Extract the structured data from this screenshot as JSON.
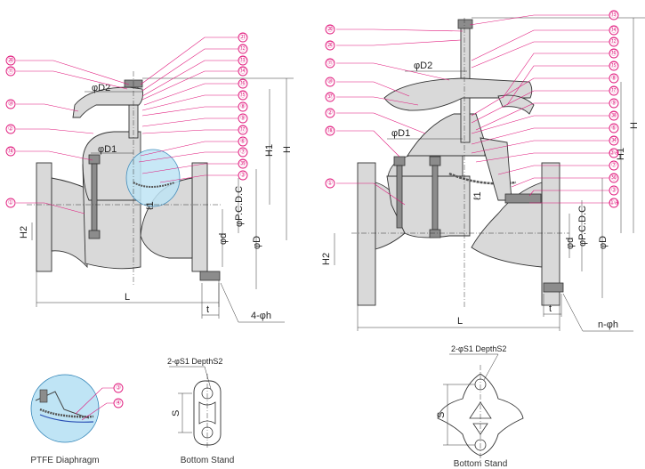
{
  "colors": {
    "callout": "#e0157a",
    "body_fill": "#d9d9d9",
    "line": "#333333",
    "highlight": "#bfe4f5"
  },
  "left_valve": {
    "callouts": [
      "⑳",
      "⑪",
      "⑩",
      "②",
      "⑱",
      "①",
      "㉑",
      "⑫",
      "⑬",
      "⑭",
      "⑯",
      "⑮",
      "⑧",
      "⑨",
      "⑰",
      "⑥",
      "⑦",
      "㊴",
      "③"
    ],
    "dims": {
      "d2": "φD2",
      "d1": "φD1",
      "h": "H",
      "h1": "H1",
      "h2": "H2",
      "l": "L",
      "t": "t",
      "hole": "4-φh",
      "pcd": "φP.C.D.C",
      "phi_d": "φd",
      "phi_D": "φD",
      "l1": "ℓ1"
    }
  },
  "right_valve": {
    "callouts": [
      "⑳",
      "㉖",
      "⑪",
      "⑩",
      "㊲",
      "②",
      "⑱",
      "①",
      "⑬",
      "⑭",
      "⑫",
      "⑯",
      "⑮",
      "⑧",
      "⑰",
      "⑨",
      "㊳",
      "⑥",
      "㉞",
      "③a",
      "⑦",
      "㊿",
      "③",
      "①a"
    ],
    "dims": {
      "d2": "φD2",
      "d1": "φD1",
      "h": "H",
      "h1": "H1",
      "h2": "H2",
      "l": "L",
      "t": "t",
      "hole": "n-φh",
      "pcd": "φP.C.D.C",
      "phi_d": "φd",
      "phi_D": "φD",
      "l1": "ℓ1"
    }
  },
  "detail_ptfe": {
    "caption": "PTFE Diaphragm",
    "callouts": [
      "③",
      "④"
    ]
  },
  "detail_stand_left": {
    "caption": "Bottom Stand",
    "hole_label": "2-φS1 DepthS2",
    "s": "S"
  },
  "detail_stand_right": {
    "caption": "Bottom Stand",
    "hole_label": "2-φS1 DepthS2",
    "s": "S"
  }
}
